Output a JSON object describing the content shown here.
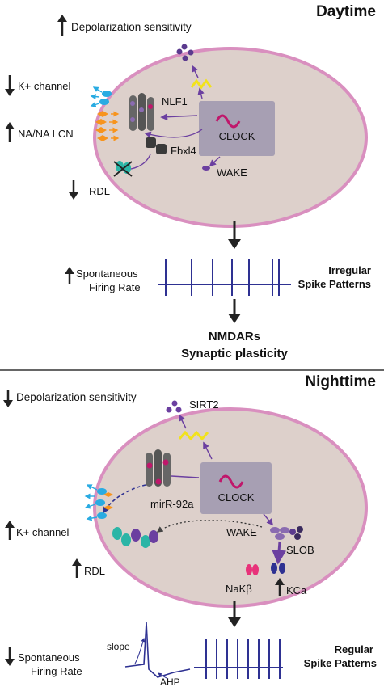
{
  "colors": {
    "daytime": "#f6a01a",
    "nighttime": "#2e3192",
    "cell_fill": "#ddd0cb",
    "cell_stroke": "#d98fbf",
    "clock_box": "#a79fb3",
    "clock_wave": "#c0176b",
    "purple": "#6b3fa0",
    "nmdars": "#0a6b3a",
    "spike": "#2e3192",
    "cyan": "#29abe2",
    "orange": "#f7941d",
    "teal": "#2bb5a6",
    "pink": "#e8327a",
    "yellow": "#f2e21b",
    "gray": "#555555"
  },
  "top": {
    "title": "Daytime",
    "depolarization": "Depolarization sensitivity",
    "k_channel": "K+ channel",
    "na_lcn": "NA/NA LCN",
    "rdl": "RDL",
    "nlf1": "NLF1",
    "clock": "CLOCK",
    "fbxl4": "Fbxl4",
    "wake": "WAKE",
    "spont_line1": "Spontaneous",
    "spont_line2": "Firing Rate",
    "pattern_line1": "Irregular",
    "pattern_line2": "Spike Patterns",
    "nmdars": "NMDARs",
    "plasticity": "Synaptic plasticity"
  },
  "bottom": {
    "title": "Nighttime",
    "depolarization": "Depolarization sensitivity",
    "sirt2": "SIRT2",
    "clock": "CLOCK",
    "mir": "mirR-92a",
    "wake": "WAKE",
    "slob": "SLOB",
    "k_channel": "K+ channel",
    "rdl": "RDL",
    "nak": "NaKβ",
    "kca": "KCa",
    "slope": "slope",
    "ahp": "AHP",
    "spont_line1": "Spontaneous",
    "spont_line2": "Firing Rate",
    "pattern_line1": "Regular",
    "pattern_line2": "Spike Patterns"
  }
}
